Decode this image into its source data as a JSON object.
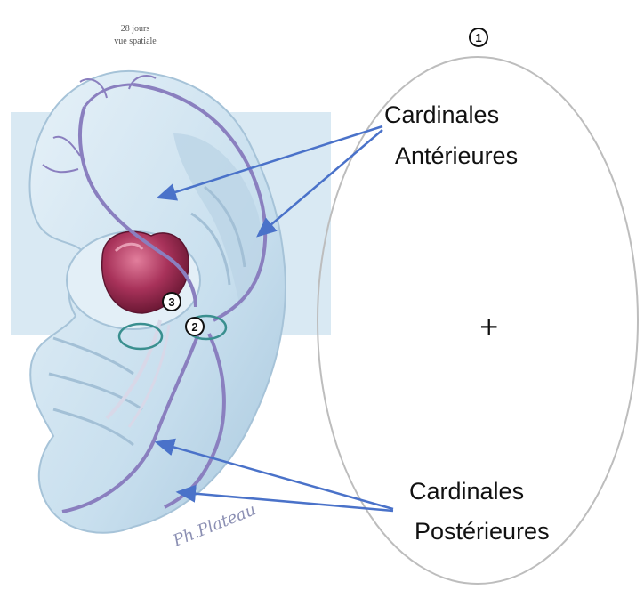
{
  "caption": {
    "line1": "28 jours",
    "line2": "vue spatiale"
  },
  "labels": {
    "anterior_line1": "Cardinales",
    "anterior_line2": "Antérieures",
    "posterior_line1": "Cardinales",
    "posterior_line2": "Postérieures",
    "plus": "+"
  },
  "markers": {
    "m1": "1",
    "m2": "2",
    "m3": "3"
  },
  "signature": "Ph.Plateau",
  "colors": {
    "embryo_fill": "#cfe3ef",
    "embryo_shade": "#b4d0e2",
    "vein": "#8a7fbf",
    "arrow": "#4a72c9",
    "heart": "#9b2d4e",
    "ellipse": "#bdbdbd",
    "teal_ring": "#3a8f8f"
  }
}
